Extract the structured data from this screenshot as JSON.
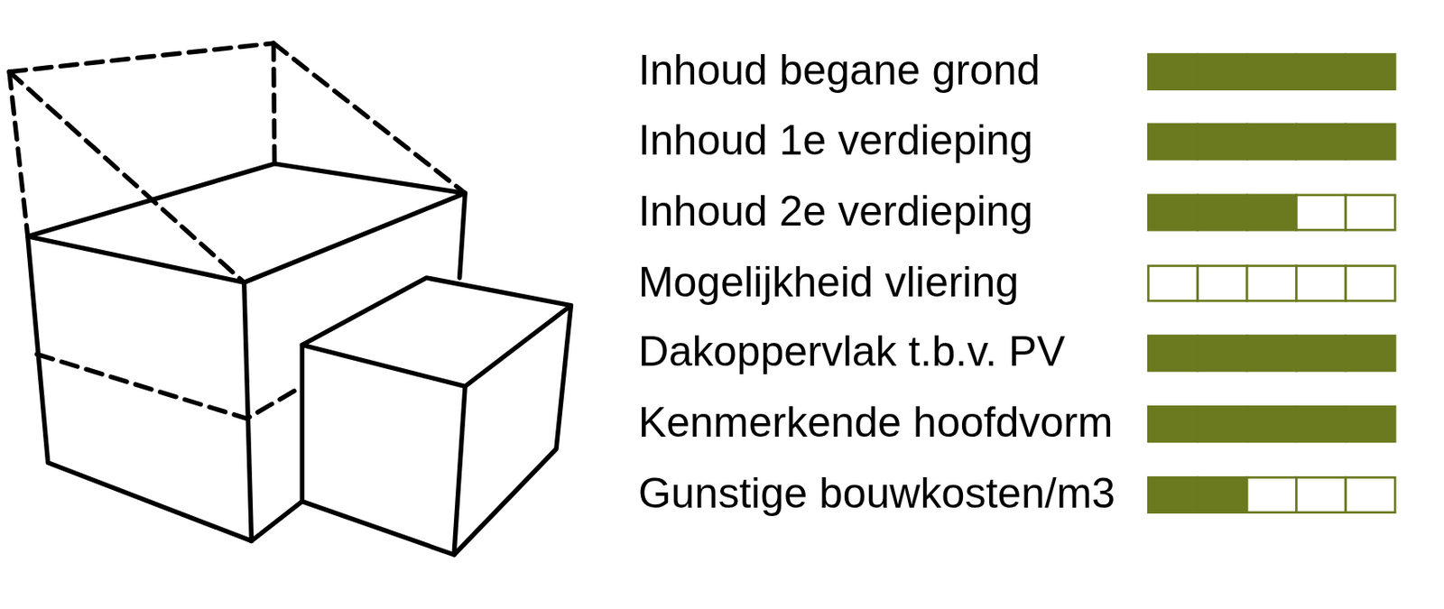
{
  "diagram": {
    "labels": [
      "Inhoud begane grond",
      "Inhoud 1e verdieping",
      "Inhoud 2e verdieping",
      "Mogelijkheid vliering",
      "Dakoppervlak t.b.v. PV",
      "Kenmerkende hoofdvorm",
      "Gunstige bouwkosten/m3"
    ]
  }
}
